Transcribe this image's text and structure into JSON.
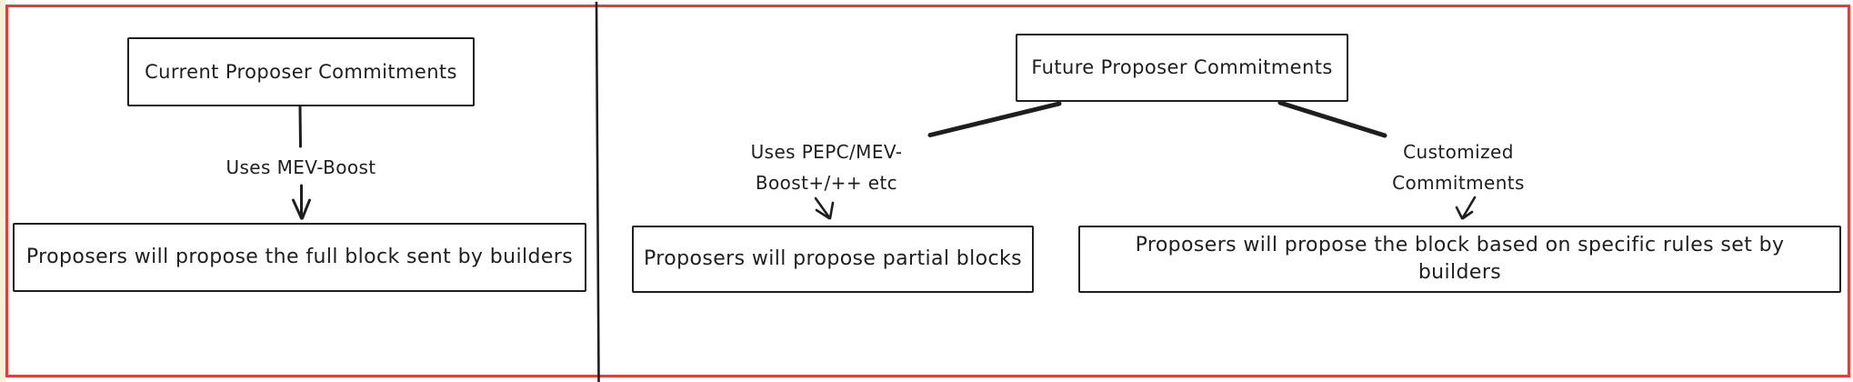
{
  "diagram": {
    "left_panel": {
      "title": "Current Proposer Commitments",
      "edge_label": "Uses MEV-Boost",
      "result": "Proposers will propose the full block sent by builders"
    },
    "right_panel": {
      "title": "Future Proposer Commitments",
      "branch_left": {
        "label": "Uses PEPC/MEV-\nBoost+/++ etc",
        "result": "Proposers will propose partial blocks"
      },
      "branch_right": {
        "label": "Customized\nCommitments",
        "result": "Proposers will propose the block based on specific rules set by\nbuilders"
      }
    },
    "colors": {
      "ink": "#1e1e1e",
      "frame_red": "#df3e3e",
      "left_margin_cream": "#f7f0d9",
      "paper": "#ffffff"
    }
  }
}
